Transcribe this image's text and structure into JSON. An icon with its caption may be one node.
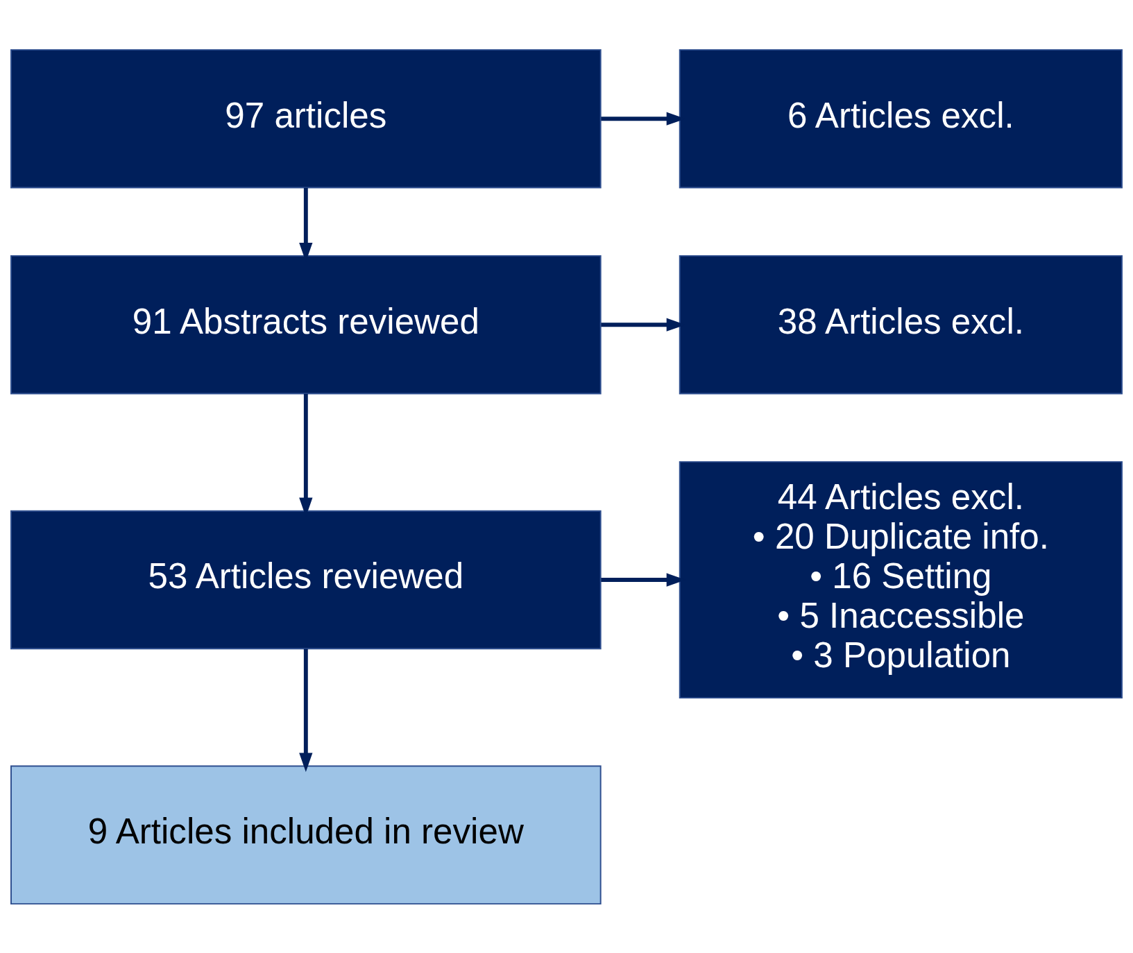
{
  "diagram": {
    "nodes": [
      {
        "text": [
          "97 articles"
        ]
      },
      {
        "text": [
          "6 Articles excl."
        ]
      },
      {
        "text": [
          "91 Abstracts reviewed"
        ]
      },
      {
        "text": [
          "38 Articles excl."
        ]
      },
      {
        "text": [
          "53 Articles reviewed"
        ]
      },
      {
        "text": [
          "44 Articles excl.",
          "• 20 Duplicate info.",
          "• 16 Setting",
          "• 5 Inaccessible",
          "• 3 Population"
        ]
      },
      {
        "text": [
          "9 Articles included in review"
        ]
      }
    ],
    "edges": [
      {
        "from": 0,
        "to": 1,
        "arrow": "to"
      },
      {
        "from": 0,
        "to": 2,
        "arrow": "to"
      },
      {
        "from": 2,
        "to": 3,
        "arrow": "to"
      },
      {
        "from": 2,
        "to": 4,
        "arrow": "to"
      },
      {
        "from": 4,
        "to": 5,
        "arrow": "to"
      },
      {
        "from": 4,
        "to": 6,
        "arrow": "to"
      }
    ]
  }
}
